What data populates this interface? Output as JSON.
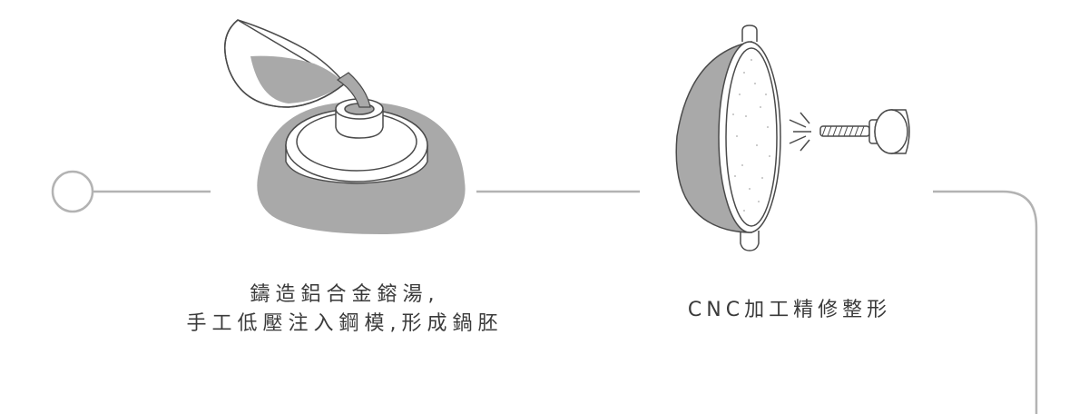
{
  "steps": [
    {
      "caption_line1": "鑄造鋁合金鎔湯,",
      "caption_line2": "手工低壓注入鋼模,形成鍋胚",
      "illustration": "pouring-molten-aluminum-into-mold-icon"
    },
    {
      "caption_line1": "CNC加工精修整形",
      "illustration": "cnc-machining-pan-icon"
    }
  ],
  "colors": {
    "line": "#b3b3b3",
    "shadow_fill": "#a9a9a9",
    "outline": "#4a4a4a",
    "text": "#3a3a3a"
  }
}
